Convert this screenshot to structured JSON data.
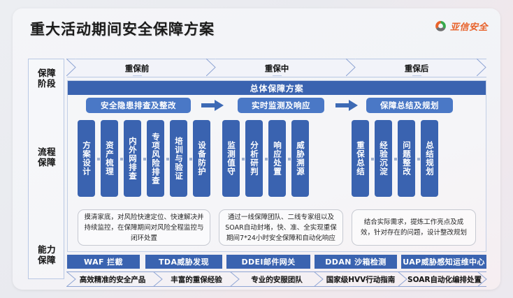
{
  "header": {
    "title": "重大活动期间安全保障方案",
    "brand_name": "亚信安全",
    "brand_icon": "circular-logo-icon",
    "brand_color": "#e8622a"
  },
  "rail": {
    "items": [
      {
        "id": "stage",
        "label": "保障\n阶段"
      },
      {
        "id": "process",
        "label": "流程\n保障"
      },
      {
        "id": "capability",
        "label": "能力\n保障"
      }
    ]
  },
  "phases": [
    {
      "id": "before",
      "label": "重保前"
    },
    {
      "id": "during",
      "label": "重保中"
    },
    {
      "id": "after",
      "label": "重保后"
    }
  ],
  "panel": {
    "title": "总体保障方案",
    "pills": [
      {
        "id": "inspect",
        "label": "安全隐患排查及整改"
      },
      {
        "id": "monitor",
        "label": "实时监测及响应"
      },
      {
        "id": "summary",
        "label": "保障总结及规划"
      }
    ],
    "arrow_icon": "right-arrow-icon",
    "groups": [
      {
        "id": "pre",
        "steps": [
          "方案设计",
          "资产梳理",
          "内外网排查",
          "专项风险排查",
          "培训与验证",
          "设备防护"
        ],
        "description": "摸清家底，对风险快速定位、快速解决并持续监控，在保障期间对风险全程监控与闭环处置"
      },
      {
        "id": "mid",
        "steps": [
          "监测值守",
          "分析研判",
          "响应处置",
          "威胁溯源"
        ],
        "description": "通过一线保障团队、二线专家组以及SOAR自动封堵，快、准、全实现重保期间7*24小时安全保障和自动化响应"
      },
      {
        "id": "post",
        "steps": [
          "重保总结",
          "经验沉淀",
          "问题整改",
          "总结规划"
        ],
        "description": "结合实际需求，提炼工作亮点及成效，针对存在的问题，设计整改规划"
      }
    ]
  },
  "capabilities": [
    {
      "id": "waf",
      "label": "WAF 拦截"
    },
    {
      "id": "tda",
      "label": "TDA威胁发现"
    },
    {
      "id": "ddei",
      "label": "DDEI邮件网关"
    },
    {
      "id": "ddan",
      "label": "DDAN 沙箱检测"
    },
    {
      "id": "uap",
      "label": "UAP威胁感知运维中心"
    }
  ],
  "foundations": [
    {
      "id": "products",
      "label": "高效精准的安全产品"
    },
    {
      "id": "experience",
      "label": "丰富的重保经验"
    },
    {
      "id": "team",
      "label": "专业的安服团队"
    },
    {
      "id": "hvv",
      "label": "国家级HVV行动指南"
    },
    {
      "id": "soar",
      "label": "SOAR自动化编排处置"
    }
  ],
  "colors": {
    "deep_blue": "#3a63b0",
    "pill_blue": "#4a78c6",
    "border_blue": "#b9c8e4",
    "accent_orange": "#e8622a"
  }
}
